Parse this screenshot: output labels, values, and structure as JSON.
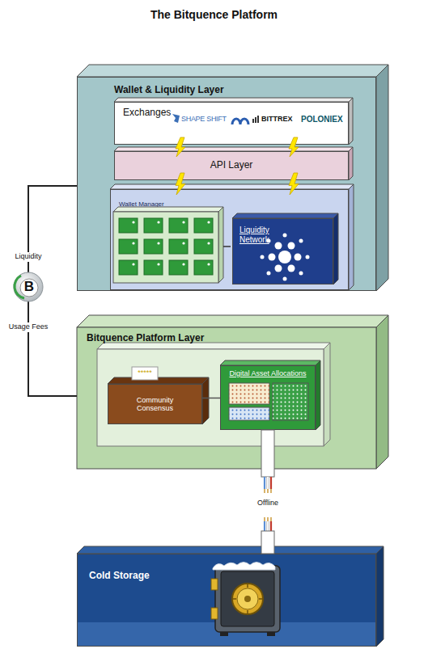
{
  "diagram": {
    "title": "The Bitquence Platform",
    "nodes": [
      {
        "text": [
          "Wallet & Liquidity Layer"
        ]
      },
      {
        "text": [
          "Exchanges"
        ],
        "in": 0
      },
      {
        "text": [
          "API Layer"
        ],
        "in": 0
      },
      {
        "text": [
          "Wallet Manager"
        ],
        "in": 0
      },
      {
        "text": [
          "Liquidity Network"
        ],
        "in": 3
      },
      {
        "text": [
          "Bitquence Platform Layer"
        ]
      },
      {
        "text": [
          "Community Consensus"
        ],
        "in": 5
      },
      {
        "text": [
          "Digital Asset Allocations"
        ],
        "in": 5
      },
      {
        "text": [
          "Cold Storage"
        ]
      }
    ],
    "edges": [
      {
        "from": 1,
        "to": 2,
        "arrow": "none"
      },
      {
        "from": 1,
        "to": 2,
        "arrow": "none"
      },
      {
        "from": 2,
        "to": 3,
        "arrow": "none"
      },
      {
        "from": 2,
        "to": 3,
        "arrow": "none"
      },
      {
        "from": 0,
        "to": 5,
        "arrow": "none"
      },
      {
        "from": 6,
        "to": 7,
        "arrow": "none"
      },
      {
        "from": 7,
        "to": 8,
        "label": "Offline",
        "arrow": "none"
      }
    ],
    "labels": [
      "SHAPE SHIFT",
      "BITTREX",
      "POLONIEX",
      "Liquidity",
      "B",
      "Usage Fees",
      "*****"
    ]
  }
}
